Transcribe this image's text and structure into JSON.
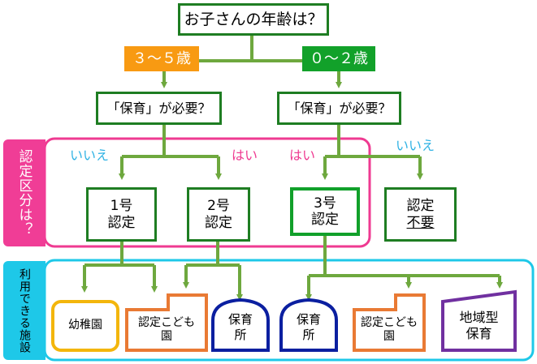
{
  "colors": {
    "green": "#1e7d22",
    "light_green": "#6ea83e",
    "orange_tag": "#f89a12",
    "green_tag": "#12a12a",
    "magenta": "#ef3a91",
    "cyan": "#1ec8e8",
    "blue_no": "#2fb2e4",
    "yellow": "#f3b60c",
    "orange_outline": "#e97a34",
    "navy": "#0b1fa0",
    "purple": "#7030a0"
  },
  "question": "お子さんの年齢は？",
  "age_branches": {
    "left": "３～５歳",
    "right": "０～２歳"
  },
  "need_question_left": "「保育」が必要？",
  "need_question_right": "「保育」が必要？",
  "answers": {
    "no_left": "いいえ",
    "yes_left": "はい",
    "yes_right": "はい",
    "no_right": "いいえ"
  },
  "side_labels": {
    "certification": "認定区分は？",
    "facilities": "利用できる施設"
  },
  "certifications": [
    {
      "line1": "1号",
      "line2": "認定"
    },
    {
      "line1": "2号",
      "line2": "認定"
    },
    {
      "line1": "3号",
      "line2": "認定"
    },
    {
      "line1": "認定",
      "line2": "不要"
    }
  ],
  "facilities": [
    {
      "name": "幼稚園"
    },
    {
      "name": "認定こども\n園"
    },
    {
      "name": "保育\n所"
    },
    {
      "name": "保育\n所"
    },
    {
      "name": "認定こども\n園"
    },
    {
      "name": "地域型\n保育"
    }
  ]
}
